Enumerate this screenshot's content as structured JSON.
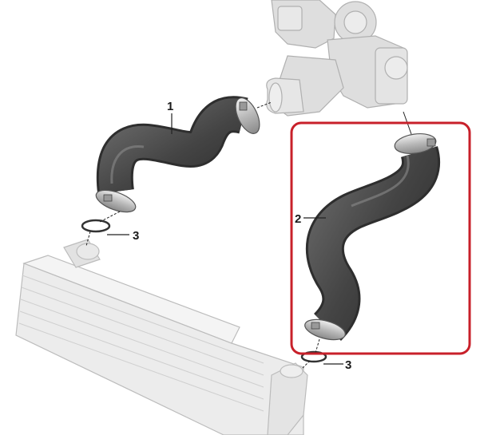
{
  "callouts": {
    "part_1": "1",
    "part_2": "2",
    "part_3a": "3",
    "part_3b": "3"
  },
  "colors": {
    "hose": "#4b4b4b",
    "hose_dark": "#2a2a2a",
    "hose_light": "#7a7a7a",
    "ghost_part": "#d9d9d9",
    "ghost_stroke": "#b5b5b5",
    "clamp": "#c8c8c8",
    "highlight_box": "#c8202a",
    "leader": "#222222"
  },
  "icons": [
    "turbocharger-illustration",
    "intercooler-illustration",
    "hose-clamp-icon",
    "o-ring-icon"
  ]
}
